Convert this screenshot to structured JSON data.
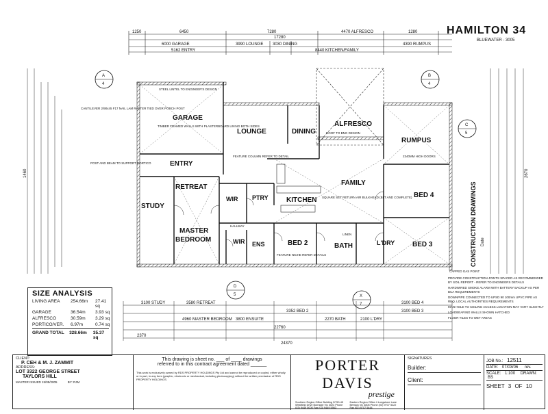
{
  "header": {
    "title": "HAMILTON 34",
    "subtitle": "BLUEWATER - 3005",
    "vertical_label": "CONSTRUCTION DRAWINGS",
    "date_label": "Date"
  },
  "rooms": {
    "garage": "GARAGE",
    "lounge": "LOUNGE",
    "dining": "DINING",
    "alfresco": "ALFRESCO",
    "rumpus": "RUMPUS",
    "entry": "ENTRY",
    "family": "FAMILY",
    "retreat": "RETREAT",
    "study": "STUDY",
    "wir1": "WIR",
    "ptry": "PTRY",
    "kitchen": "KITCHEN",
    "bed4": "BED 4",
    "master": "MASTER",
    "bedroom": "BEDROOM",
    "wir2": "WIR",
    "ens": "ENS",
    "bed2": "BED 2",
    "bath": "BATH",
    "ldry": "L'DRY",
    "bed3": "BED 3"
  },
  "section_markers": [
    {
      "letter": "A",
      "num": "4"
    },
    {
      "letter": "B",
      "num": "4"
    },
    {
      "letter": "C",
      "num": "5"
    },
    {
      "letter": "D",
      "num": "5"
    },
    {
      "letter": "X",
      "num": "7"
    }
  ],
  "dims": {
    "top_overall": "17280",
    "top_left": "1250",
    "top_6450": "6450",
    "top_7280": "7280",
    "top_alfresco": "4470 ALFRESCO",
    "top_1280": "1280",
    "row2_garage": "6000 GARAGE",
    "row2_lounge": "3990 LOUNGE",
    "row2_dining": "3030 DINING",
    "row2_rumpus": "4390 RUMPUS",
    "row3_entry": "5162 ENTRY",
    "row3_kitchen": "8440 KITCHEN/FAMILY",
    "bottom_study": "3100 STUDY",
    "bottom_retreat": "3580 RETREAT",
    "bottom_master": "4960 MASTER BEDROOM",
    "bottom_ensuite": "3800 ENSUITE",
    "bottom_bath": "2270 BATH",
    "bottom_ldry": "2100 L'DRY",
    "bottom_bed2": "3352 BED 2",
    "bottom_bed4": "3100 BED 4",
    "bottom_bed3": "3100 BED 3",
    "bottom_overall": "22760",
    "bottom_total": "24370",
    "bottom_2370": "2370",
    "left_1460": "1460",
    "right_2670": "2670"
  },
  "notes": {
    "steel_lintel": "STEEL LINTEL TO ENGINEER'S DESIGN",
    "timber_walls": "TIMBER FRAMED WALLS WITH PLASTERBOARD LINING BOTH SIDES",
    "cantilever": "CANTILEVER 2/90x45 F17 NAIL LAM RAFTER TIED OVER PORCH POST",
    "post_beam": "POST AND BEAM TO SUPPORT PORTICO",
    "feature_column": "FEATURE COLUMN REFER TO DETAIL",
    "square_set": "SQUARE SET RETURN AIR BULKHEAD (BLT AND COMPLETE)",
    "hallway": "HALLWAY",
    "feature_niche": "FEATURE NICHE REFER DETAILS",
    "linen": "LINEN",
    "high_doors": "2340MM HIGH DOORS",
    "alfresco_note": "ROOF TO BNG DESIGN",
    "capped_gas": "CAPPED GAS POINT"
  },
  "notes_block": [
    "PROVIDE CONSTRUCTION JOINTS SPACED AS RECOMMENDED BY SOIL REPORT - REFER TO ENGINEERS DETAILS",
    "HARDWIRED SMOKE ALARM WITH BATTERY BACKUP AS PER BCA REQUIREMENTS",
    "DOWNPIPE CONNECTED TO UPSD 90 100mm UPVC PIPE AS REQ. LOCAL AUTHORITIES REQUIREMENTS",
    "MAN HOLE TO CEILING ACCESS LOCATION MAY VARY SLIGHTLY",
    "LOADBEARING WALLS SHOWN HATCHED",
    "FLOOR TILES TO WET AREAS"
  ],
  "size_analysis": {
    "title": "SIZE ANALYSIS",
    "rows": [
      {
        "label": "LIVING AREA",
        "m2": "254.66m",
        "sq": "27.41 sq"
      },
      {
        "label": "GARAGE",
        "m2": "36.54m",
        "sq": "3.93 sq"
      },
      {
        "label": "ALFRESCO",
        "m2": "30.59m",
        "sq": "3.29 sq"
      },
      {
        "label": "PORTICO/VER.",
        "m2": "6.97m",
        "sq": "0.74 sq"
      }
    ],
    "grand": {
      "label": "GRAND TOTAL",
      "m2": "328.66m",
      "sq": "35.37 sq"
    }
  },
  "titleblock": {
    "client_label": "CLIENT:",
    "client": "P. CEH & M. J. ZAMMIT",
    "address_label": "ADDRESS:",
    "address1": "LOT 3322 GEORGE STREET",
    "address2": "TAYLORS HILL",
    "master_issued": "MASTER ISSUED 15/05/2005",
    "by": "BY: RJM",
    "sheet_notice1": "This drawing is sheet no. ___ of ____ drawings",
    "sheet_notice2": "referred to in this contract agreement dated ______",
    "copyright": "This work is exclusively owned by RDS PROPERTY HOLDINGS Pty Ltd and cannot be reproduced or copied, either wholly or in part, in any form (graphic, electronic or mechanical, including photocopying) without the written permission of RDS PROPERTY HOLDINGS.",
    "brand": "PORTER DAVIS",
    "brand_sub": "prestige",
    "office1": "Southern Region Office Building 3/750-45 Westfield Drive Burnside Vic 3023 Phone (03) 9449 5000 Fax (03) 9449 5963",
    "office2": "Eastern Region Office 4 Longstone Lane Berwick Vic 3806 Phone (03) 9707 5222 Fax (03) 9707 5444",
    "signatures_label": "SIGNATURES",
    "builder_label": "Builder:",
    "client_sig_label": "Client:",
    "job_label": "JOB No.:",
    "job": "12511",
    "date_label": "DATE:",
    "date": "07/03/06",
    "rev_label": "rev.",
    "scale_label": "SCALE:",
    "scale": "1:100",
    "drawn_label": "DRAWN:",
    "drawn": "BS",
    "sheet_label": "SHEET",
    "sheet_no": "3",
    "of_label": "OF",
    "sheet_total": "10"
  }
}
